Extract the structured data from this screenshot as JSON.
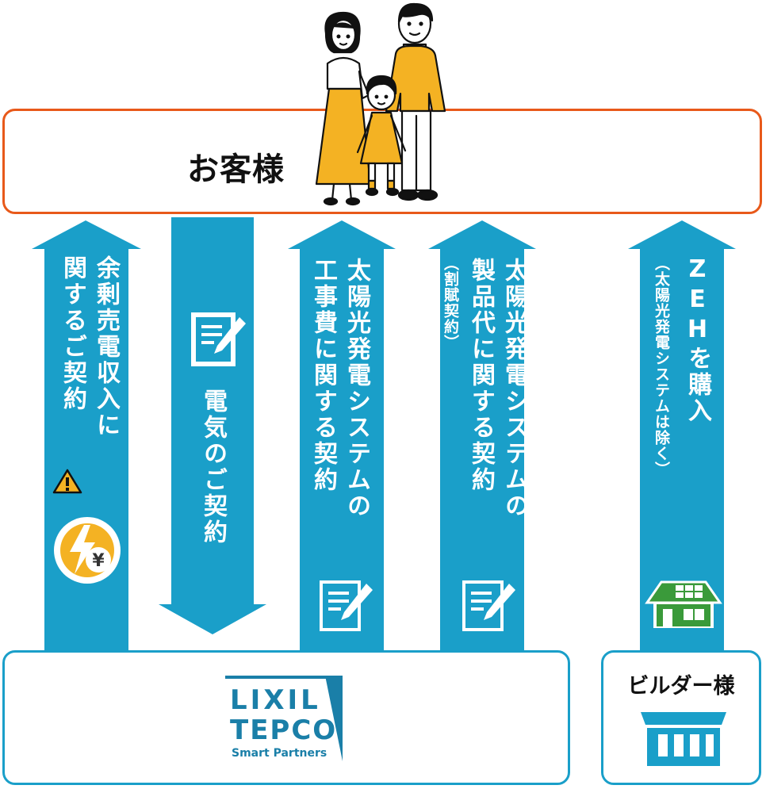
{
  "customer": {
    "label": "お客様"
  },
  "arrows": [
    {
      "lines": [
        "余剰売電収入に",
        "関するご契約"
      ],
      "sub": ""
    },
    {
      "lines": [
        "電気のご契約"
      ],
      "sub": ""
    },
    {
      "lines": [
        "太陽光発電システムの",
        "工事費に関する契約"
      ],
      "sub": ""
    },
    {
      "lines": [
        "太陽光発電システムの",
        "製品代に関する契約"
      ],
      "sub": "（割賦契約）"
    },
    {
      "lines": [
        "ZEHを購入"
      ],
      "sub": "（太陽光発電システムは除く）"
    }
  ],
  "lixil_logo": {
    "line1": "LIXIL",
    "line2": "TEPCO",
    "line3": "Smart Partners"
  },
  "builder": {
    "label": "ビルダー様"
  },
  "icons": {
    "warning": "warning-icon",
    "power_yen": "lightning-yen-icon",
    "contract": "contract-document-icon",
    "house": "solar-house-icon",
    "store": "builder-store-icon"
  },
  "colors": {
    "arrow": "#1a9fc9",
    "customer_border": "#e8591a",
    "family_orange": "#f4b223",
    "house_green": "#3a9a3a"
  }
}
